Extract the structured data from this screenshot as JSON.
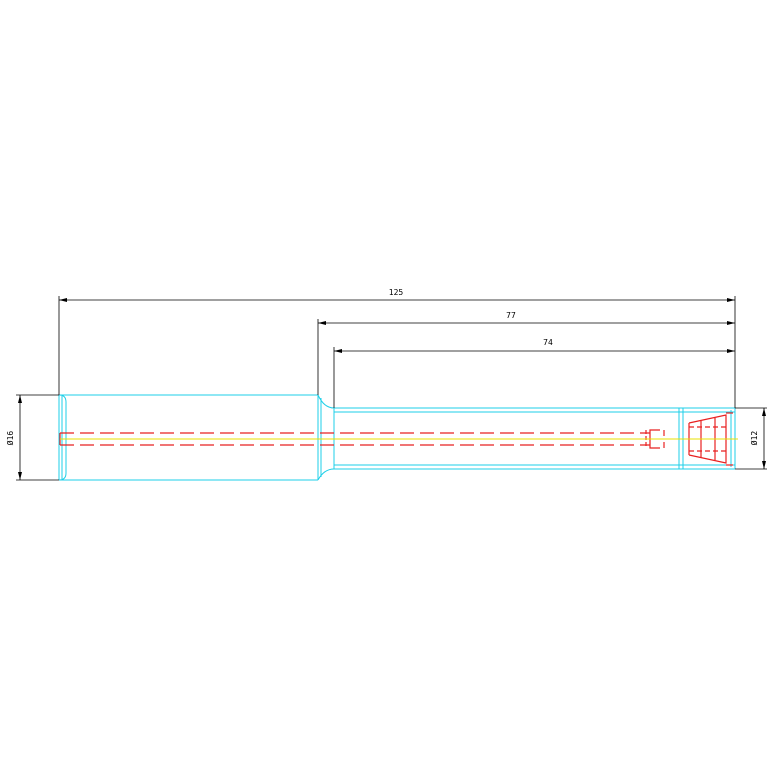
{
  "colors": {
    "background": "#ffffff",
    "outline": "#1ecfe8",
    "hidden_line": "#e82020",
    "centerline": "#e8e000",
    "dimension": "#000000"
  },
  "dimensions": {
    "overall_length": "125",
    "length_77": "77",
    "length_74": "74",
    "diameter_left": "Ø16",
    "diameter_right": "Ø12"
  }
}
